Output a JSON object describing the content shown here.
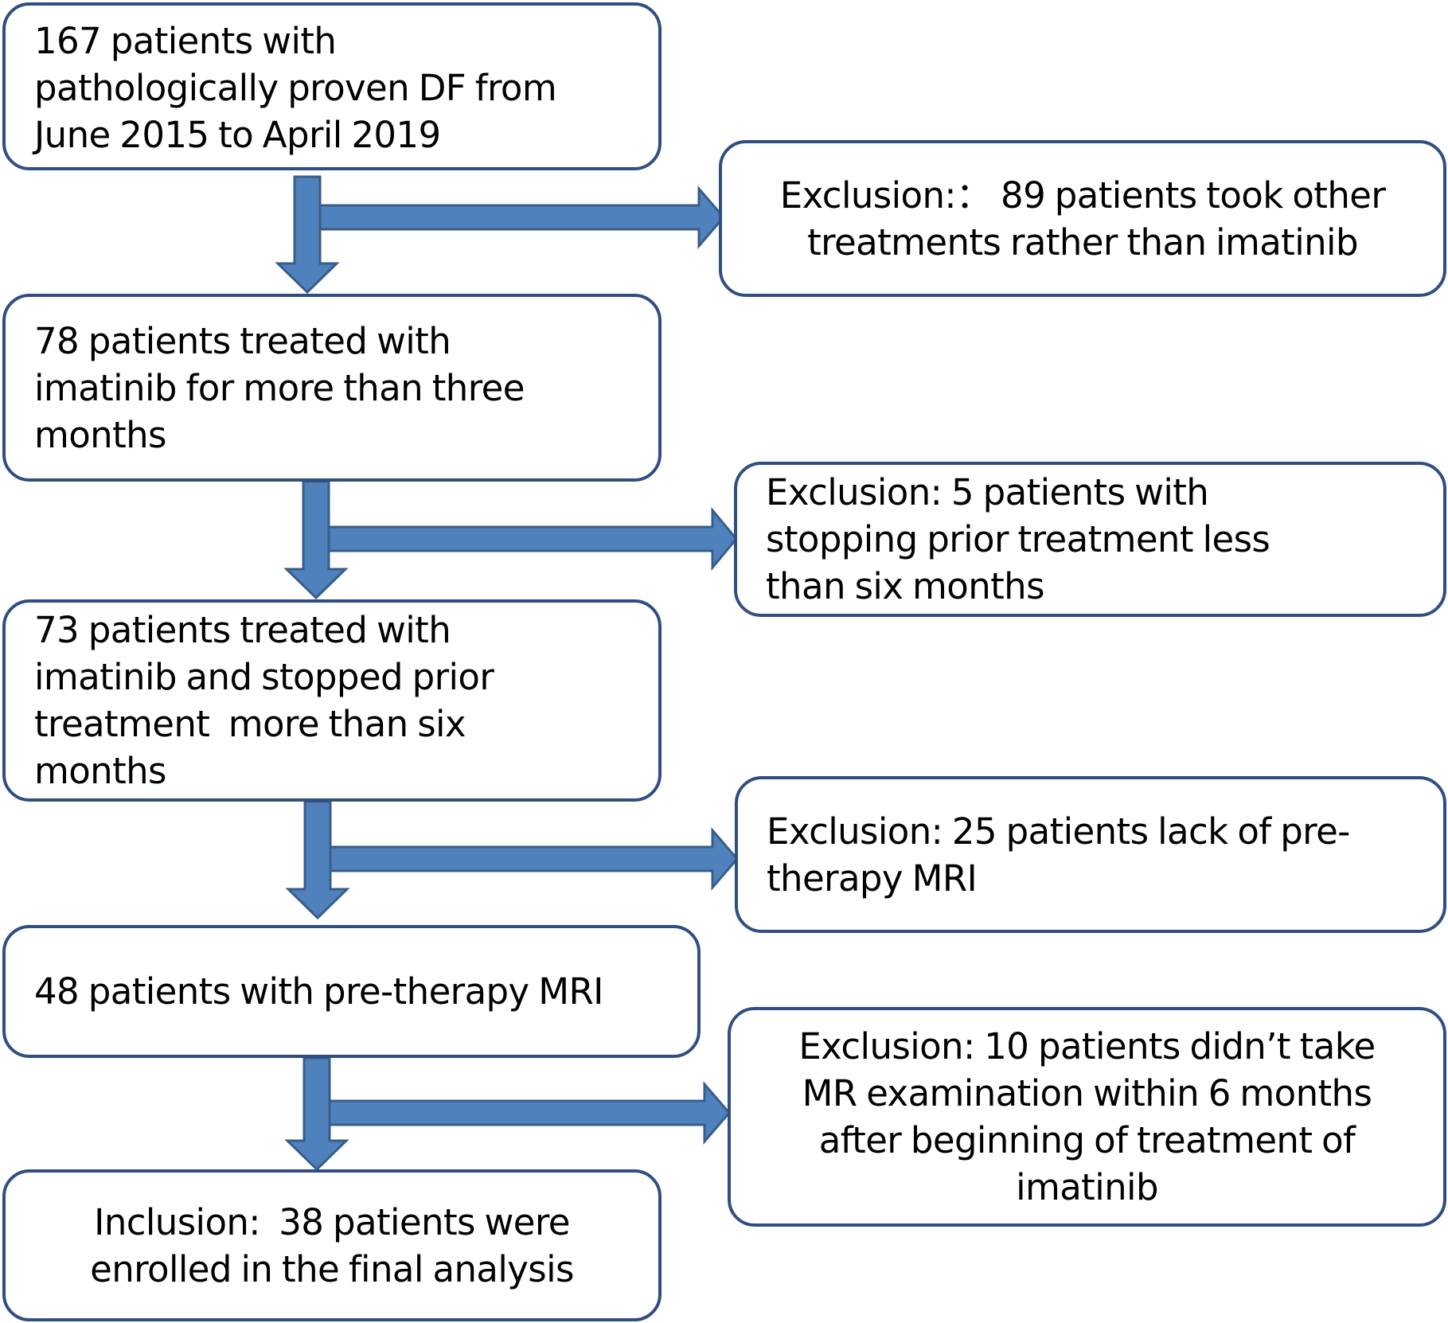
{
  "colors": {
    "arrow_fill": "#4f81bd",
    "arrow_stroke": "#385d8a",
    "box_border": "#2f4e82"
  },
  "flowchart": {
    "steps": [
      {
        "lines": [
          "167 patients with",
          "pathologically proven DF from",
          "June 2015 to April 2019"
        ]
      },
      {
        "lines": [
          "78 patients treated with",
          "imatinib for more than three",
          "months"
        ]
      },
      {
        "lines": [
          "73 patients treated with",
          "imatinib and stopped prior",
          "treatment  more than six",
          "months"
        ]
      },
      {
        "lines": [
          "48 patients with pre-therapy MRI"
        ]
      },
      {
        "lines": [
          "Inclusion:  38 patients were",
          "enrolled in the final analysis"
        ]
      }
    ],
    "exclusions": [
      {
        "lines": [
          "Exclusion:： 89 patients took other",
          "treatments rather than imatinib"
        ]
      },
      {
        "lines": [
          "Exclusion: 5 patients with",
          "stopping prior treatment less",
          "than six months"
        ]
      },
      {
        "lines": [
          "Exclusion: 25 patients lack of pre-",
          "therapy MRI"
        ]
      },
      {
        "lines": [
          "Exclusion: 10 patients didn’t take",
          "MR examination within 6 months",
          "after beginning of treatment of",
          "imatinib"
        ]
      }
    ]
  }
}
